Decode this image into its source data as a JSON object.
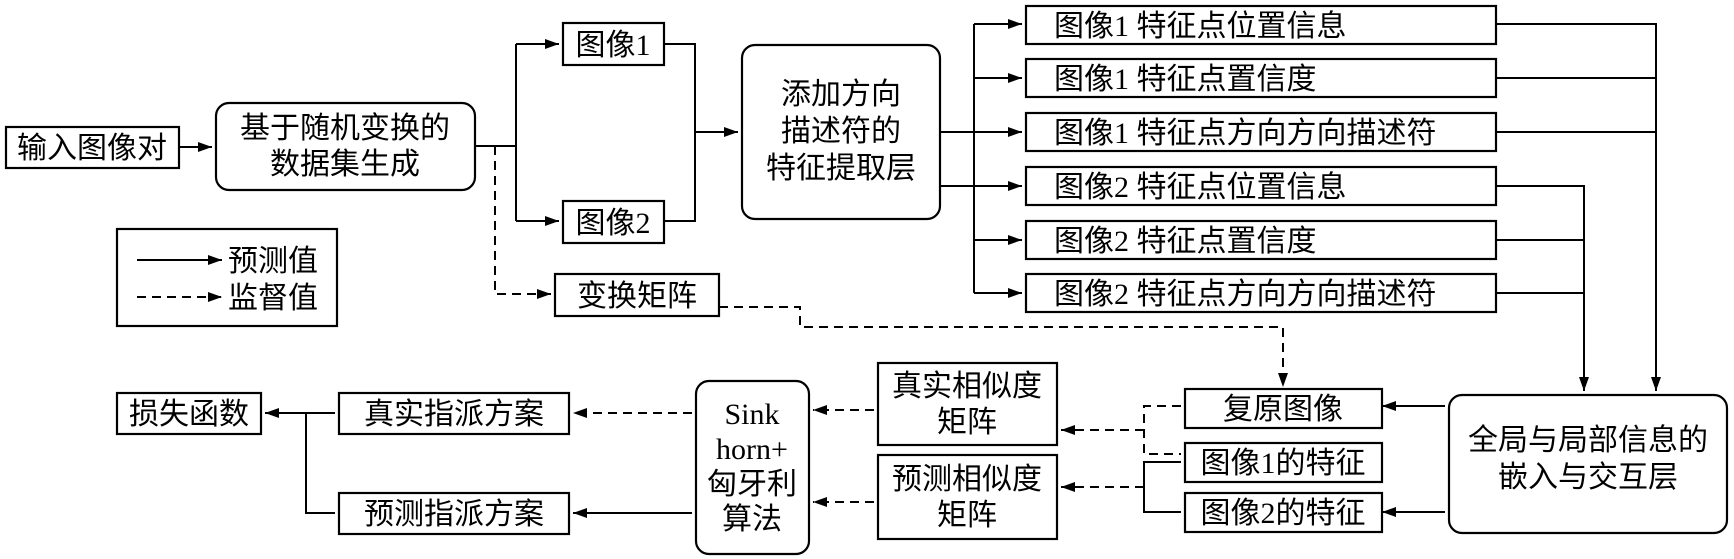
{
  "nodes": {
    "input_pair": "输入图像对",
    "dataset_gen": [
      "基于随机变换的",
      "数据集生成"
    ],
    "image1": "图像1",
    "image2": "图像2",
    "transform_matrix": "变换矩阵",
    "extract_layer": [
      "添加方向",
      "描述符的",
      "特征提取层"
    ],
    "img1_pos": "图像1 特征点位置信息",
    "img1_conf": "图像1 特征点置信度",
    "img1_desc": "图像1 特征点方向方向描述符",
    "img2_pos": "图像2 特征点位置信息",
    "img2_conf": "图像2 特征点置信度",
    "img2_desc": "图像2 特征点方向方向描述符",
    "global_local": [
      "全局与局部信息的",
      "嵌入与交互层"
    ],
    "restore_image": "复原图像",
    "img1_feat": "图像1的特征",
    "img2_feat": "图像2的特征",
    "true_sim": [
      "真实相似度",
      "矩阵"
    ],
    "pred_sim": [
      "预测相似度",
      "矩阵"
    ],
    "sinkhorn": [
      "Sink",
      "horn+",
      "匈牙利",
      "算法"
    ],
    "true_assign": "真实指派方案",
    "pred_assign": "预测指派方案",
    "loss": "损失函数"
  },
  "legend": {
    "predicted": "预测值",
    "supervised": "监督值"
  }
}
